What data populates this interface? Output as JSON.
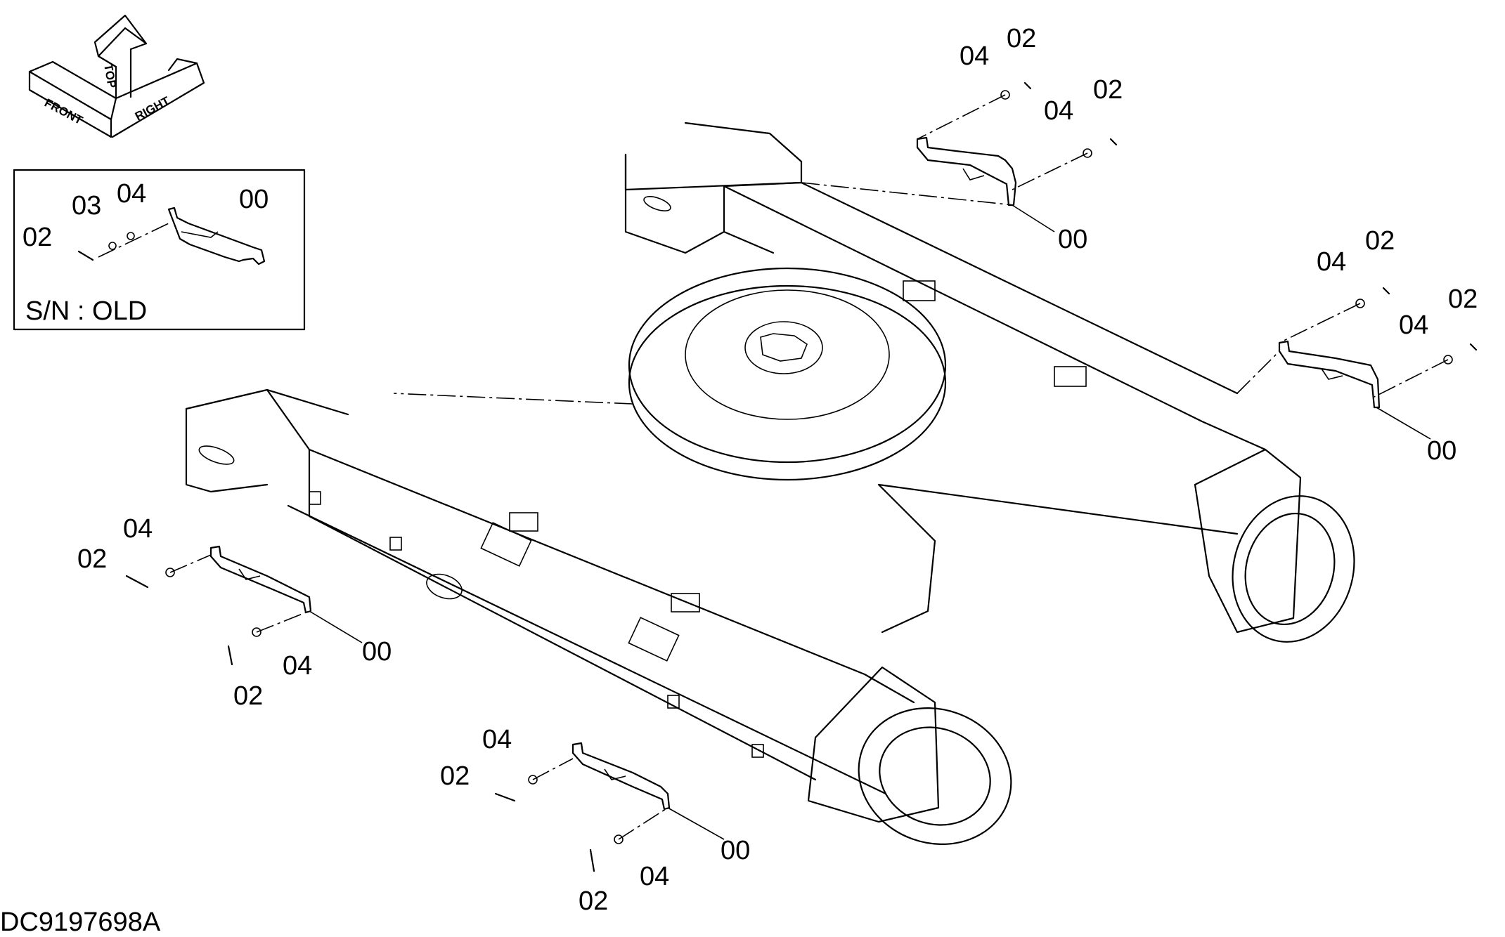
{
  "compass": {
    "front": "FRONT",
    "top": "TOP",
    "right": "RIGHT"
  },
  "inset": {
    "serial_label": "S/N : OLD",
    "callouts": {
      "c02": "02",
      "c03": "03",
      "c04": "04",
      "c00": "00"
    }
  },
  "callouts": {
    "tr1_04": "04",
    "tr1_02": "02",
    "tr2_04": "04",
    "tr2_02": "02",
    "tr_00": "00",
    "r1_04": "04",
    "r1_02": "02",
    "r2_04": "04",
    "r2_02": "02",
    "r_00": "00",
    "l1_04": "04",
    "l1_02": "02",
    "l_00": "00",
    "l2_04": "04",
    "l2_02": "02",
    "b1_04": "04",
    "b1_02": "02",
    "b_00": "00",
    "b2_04": "04",
    "b2_02": "02"
  },
  "drawing_code": "DC9197698A"
}
